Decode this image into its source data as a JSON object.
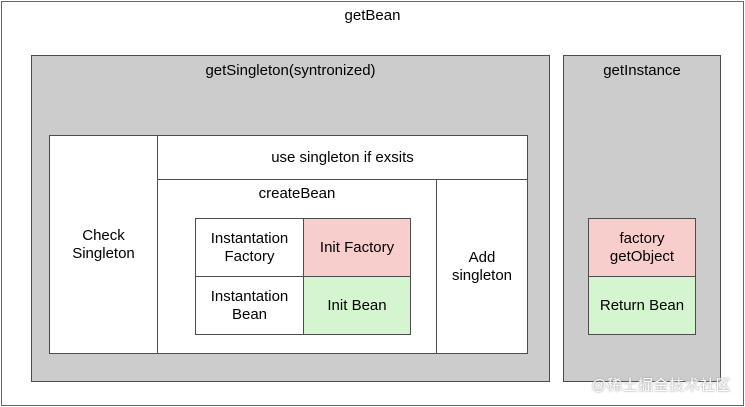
{
  "get_bean": {
    "title": "getBean"
  },
  "get_singleton": {
    "title": "getSingleton(syntronized)"
  },
  "check_singleton": {
    "label": "Check\nSingleton"
  },
  "use_singleton": {
    "label": "use singleton if exsits"
  },
  "create_bean": {
    "title": "createBean",
    "instantation_factory": "Instantation\nFactory",
    "init_factory": "Init Factory",
    "instantation_bean": "Instantation\nBean",
    "init_bean": "Init Bean"
  },
  "add_singleton": {
    "label": "Add\nsingleton"
  },
  "get_instance": {
    "title": "getInstance",
    "factory_get_object": "factory\ngetObject",
    "return_bean": "Return Bean"
  },
  "watermark": "@稀土掘金技术社区",
  "colors": {
    "container_gray": "#cccccc",
    "factory_pink": "#f8cecc",
    "bean_green": "#d5f5d0",
    "border": "#4d4d4d"
  }
}
